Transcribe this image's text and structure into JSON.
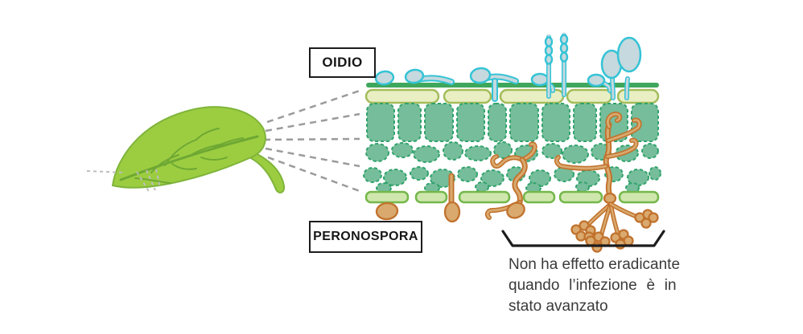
{
  "figure": {
    "oidio_label": "OIDIO",
    "peronospora_label": "PERONOSPORA",
    "caption": {
      "line1": "Non ha effetto eradicante",
      "line2": "quando l’infezione è in",
      "line3": "stato avanzato"
    },
    "colors": {
      "background": "#ffffff",
      "leaf_fill": "#9ccd41",
      "leaf_outline": "#7fb43a",
      "leaf_vein": "#6ea833",
      "cuticle": "#3fa75c",
      "epidermis_top_fill": "#e9efc3",
      "epidermis_top_stroke": "#a3bc5b",
      "epidermis_bottom_fill": "#cfe7ad",
      "epidermis_bottom_stroke": "#74b74b",
      "mesophyll_fill": "#76bd9b",
      "mesophyll_stroke": "#31a36c",
      "oidio_stroke": "#35c3d6",
      "oidio_fill": "#c6d9de",
      "peronospora_stroke": "#c1722d",
      "peronospora_fill": "#d9a96e",
      "projection_line": "#9b9b9b",
      "detail_dash": "#bdbdbd",
      "bracket": "#1c1c1c",
      "label_border": "#1c1c1c",
      "text": "#3a3a3a"
    }
  }
}
